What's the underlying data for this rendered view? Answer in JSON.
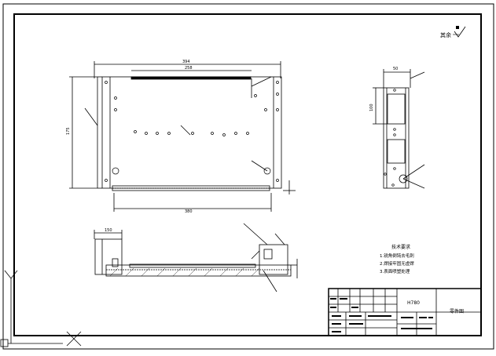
{
  "drawing": {
    "surface_symbol_label": "其余",
    "title_block": {
      "part_code": "H780",
      "drawing_type": "零件图"
    },
    "technical_requirements": {
      "heading": "技术要求",
      "items": [
        "1.锐角倒钝去毛刺",
        "2.焊接牢固无虚焊",
        "3.表面喷塑处理"
      ]
    },
    "dimensions": {
      "front_width": "394",
      "front_top_inner": "258",
      "front_bottom": "380",
      "front_height": "175",
      "side_top": "50",
      "side_slot": "100",
      "section_top": "150"
    },
    "colors": {
      "line": "#000000",
      "background": "#ffffff"
    }
  }
}
